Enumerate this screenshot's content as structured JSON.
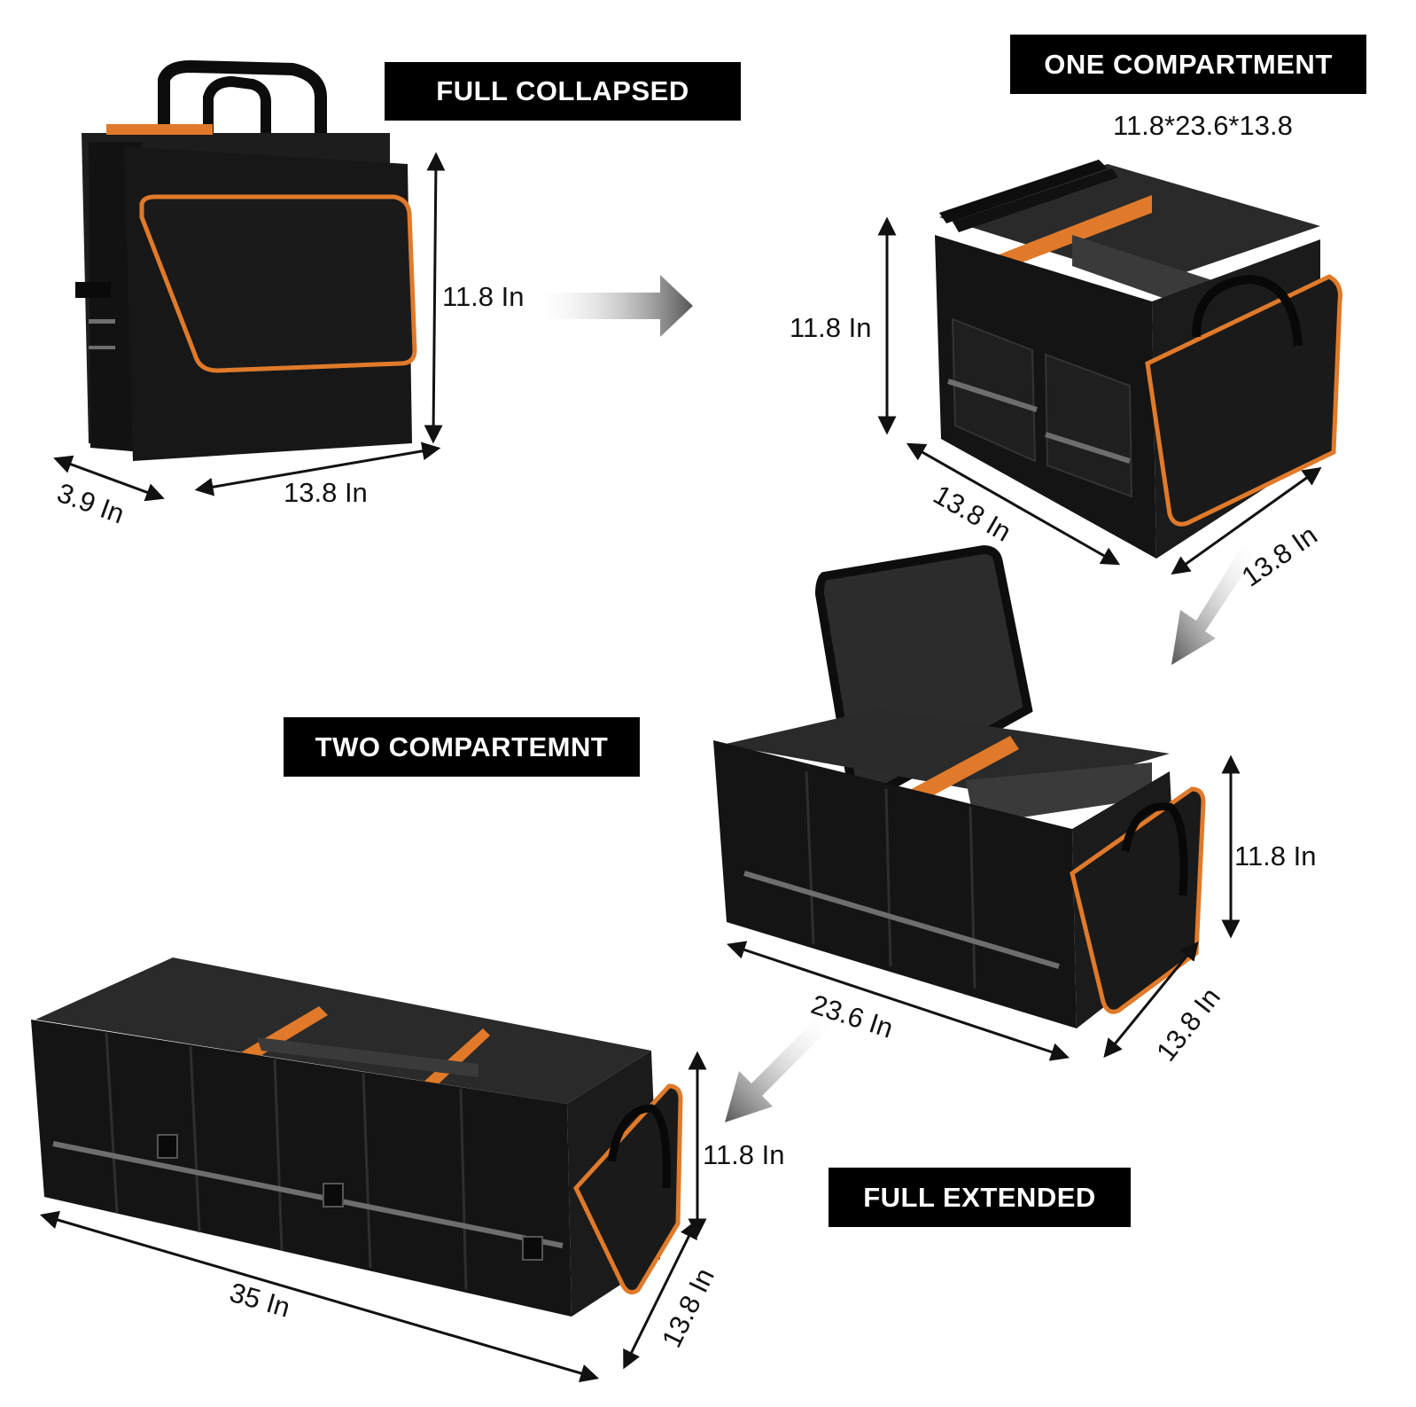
{
  "labels": {
    "full_collapsed": "FULL COLLAPSED",
    "one_compartment": "ONE COMPARTMENT",
    "one_compartment_size": "11.8*23.6*13.8",
    "two_compartment": "TWO COMPARTEMNT",
    "full_extended": "FULL EXTENDED"
  },
  "dimensions": {
    "collapsed_height": "11.8 In",
    "collapsed_width": "13.8 In",
    "collapsed_depth": "3.9 In",
    "one_height": "11.8 In",
    "one_width": "13.8 In",
    "one_depth": "13.8 In",
    "two_height": "11.8 In",
    "two_width": "23.6 In",
    "two_depth": "13.8 In",
    "ext_height": "11.8 In",
    "ext_width": "35 In",
    "ext_depth": "13.8 In"
  },
  "colors": {
    "bag_black": "#161616",
    "trim_orange": "#e07a2a",
    "reflective_gray": "#6e6e6e",
    "banner_bg": "#000000",
    "banner_text": "#ffffff"
  }
}
